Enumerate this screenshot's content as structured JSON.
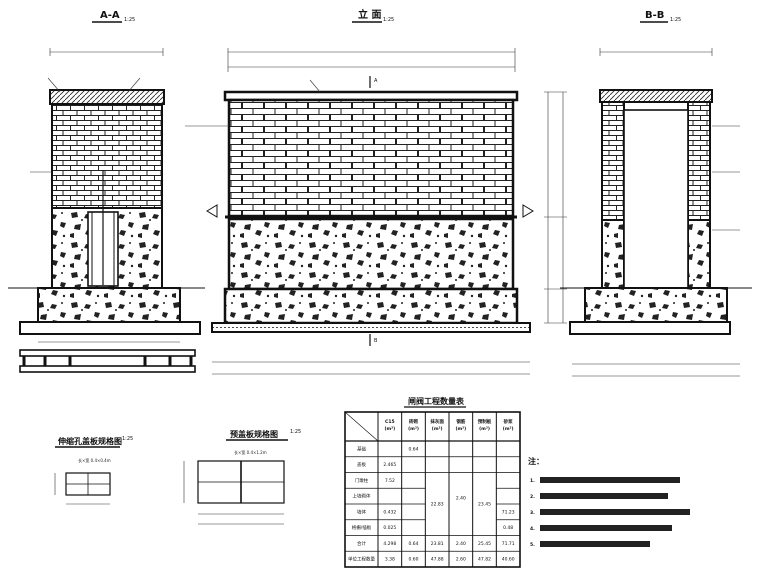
{
  "views": {
    "aa": {
      "title": "A-A",
      "scale": "1:25"
    },
    "front": {
      "title": "立 面",
      "scale": "1:25",
      "section_marks": [
        "A",
        "B"
      ]
    },
    "bb": {
      "title": "B-B",
      "scale": "1:25"
    }
  },
  "details": {
    "groove": {
      "title": "伸缩孔盖板规格图",
      "scale": "1:25",
      "spec": "长×宽 0.4×0.4m"
    },
    "board": {
      "title": "预盖板规格图",
      "scale": "1:25",
      "spec": "长×宽 0.4×1.2m"
    }
  },
  "table": {
    "title": "闸阀工程数量表",
    "columns": [
      "C15\n(m³)",
      "砖砌\n(m³)",
      "抹灰面\n(m²)",
      "钢筋\n(m³)",
      "预制板\n(m³)",
      "砂浆\n(m³)"
    ],
    "rows": [
      {
        "label": "基础",
        "cells": [
          "",
          "0.64",
          "",
          "",
          "",
          ""
        ]
      },
      {
        "label": "盖板",
        "cells": [
          "2.465",
          "",
          "",
          "",
          "",
          ""
        ]
      },
      {
        "label": "门墩柱",
        "cells": [
          "7.52",
          "",
          "",
          "",
          "",
          ""
        ]
      },
      {
        "label": "上墙砌体",
        "cells": [
          "",
          "",
          "",
          "",
          "",
          ""
        ]
      },
      {
        "label": "墙体",
        "cells": [
          "0.432",
          "",
          "",
          "",
          "",
          "71.23"
        ]
      },
      {
        "label": "格栅/插板",
        "cells": [
          "0.025",
          "",
          "",
          "",
          "",
          "0.48"
        ]
      },
      {
        "label": "合计",
        "cells": [
          "4.298",
          "0.64",
          "23.81",
          "2.40",
          "25.45",
          "71.71"
        ]
      },
      {
        "label": "单位工程数量",
        "cells": [
          "3.38",
          "0.60",
          "47.88",
          "2.60",
          "47.82",
          "40.60"
        ]
      }
    ],
    "merged": [
      "22.83",
      "2.40",
      "23.45"
    ]
  },
  "notes": {
    "heading": "注：",
    "items": [
      "1.",
      "2.",
      "3.",
      "4.",
      "5."
    ]
  },
  "colors": {
    "ink": "#111111",
    "paper": "#ffffff"
  }
}
